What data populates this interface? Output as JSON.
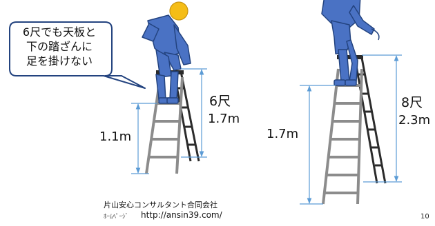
{
  "callout": {
    "lines": [
      "6尺でも天板と",
      "下の踏ざんに",
      "足を掛けない"
    ]
  },
  "left_ladder": {
    "size_label": "6尺",
    "height_label": "1.7m",
    "step_height_label": "1.1m"
  },
  "right_ladder": {
    "size_label": "8尺",
    "height_label": "2.3m",
    "step_height_label": "1.7m"
  },
  "footer": {
    "company": "片山安心コンサルタント合同会社",
    "url_label": "ﾎｰﾑﾍﾟｰｼﾞ",
    "url": "http://ansin39.com/"
  },
  "page_number": "10",
  "colors": {
    "figure_fill": "#4a72c4",
    "figure_outline": "#23437f",
    "head": "#f5bd16",
    "ladder": "#8c8c8c",
    "ladder_dark": "#2b2b2b",
    "dimension": "#5b9bd5"
  }
}
